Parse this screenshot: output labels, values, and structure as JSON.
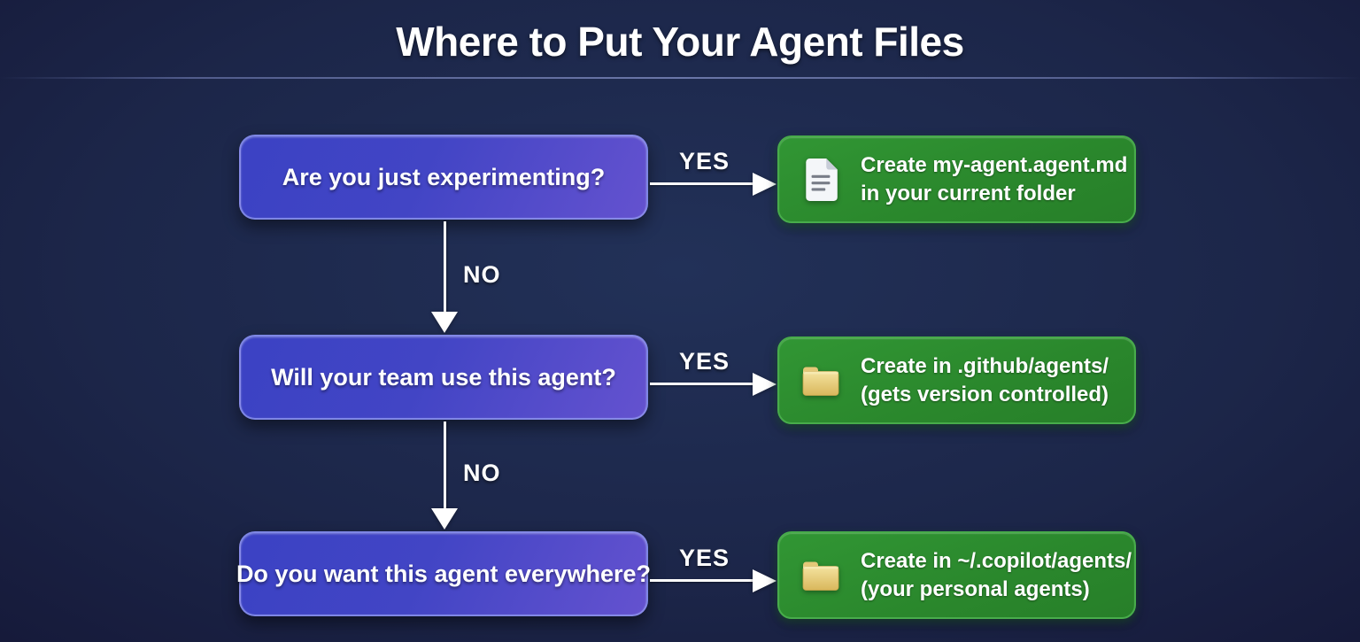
{
  "title": "Where to Put Your Agent Files",
  "colors": {
    "background_center": "#223158",
    "background_edge": "#0f0f2a",
    "decision_box_blue_start": "#3b42c4",
    "decision_box_blue_end": "#6452cf",
    "result_box_green": "#2a872c",
    "result_box_border": "#48ac4b",
    "arrow_white": "#ffffff",
    "divider": "#6b77a8",
    "folder_icon_gold": "#e8c96c",
    "document_icon_gray": "#f4f6f9"
  },
  "rows": [
    {
      "question": "Are you just experimenting?",
      "yes_label": "YES",
      "icon": "document-icon",
      "result_line1": "Create my-agent.agent.md",
      "result_line2": "in your current folder"
    },
    {
      "question": "Will your team use this agent?",
      "yes_label": "YES",
      "icon": "folder-icon",
      "result_line1": "Create in .github/agents/",
      "result_line2": "(gets version controlled)"
    },
    {
      "question": "Do you want this agent everywhere?",
      "yes_label": "YES",
      "icon": "folder-icon",
      "result_line1": "Create in ~/.copilot/agents/",
      "result_line2": "(your personal agents)"
    }
  ],
  "connectors": [
    {
      "label": "NO"
    },
    {
      "label": "NO"
    }
  ]
}
